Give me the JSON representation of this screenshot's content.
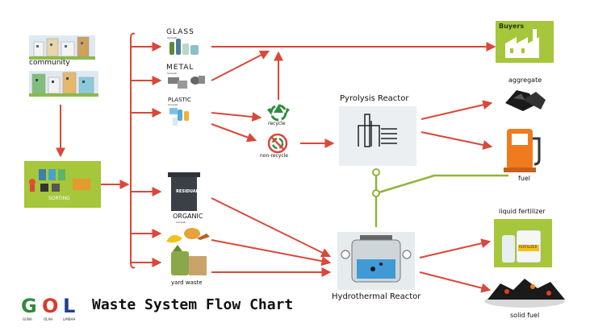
{
  "title": "Waste System Flow Chart",
  "logo": {
    "letters": [
      "G",
      "O",
      "L"
    ],
    "sub": [
      "GUNA",
      "OLAH",
      "LIMBAH"
    ],
    "colors": [
      "#2e8b3a",
      "#d93a2a",
      "#1f3f8f"
    ]
  },
  "community": {
    "label": "community"
  },
  "sorting": {
    "label": "SORTING"
  },
  "waste_types": {
    "glass": {
      "label": "GLASS",
      "sub": "Sampah"
    },
    "metal": {
      "label": "METAL",
      "sub": "Sampah"
    },
    "plastic": {
      "label": "PLASTIC",
      "sub": "Sampah"
    },
    "residual": {
      "label": "RESIDUAL"
    },
    "organic": {
      "label": "ORGANIC",
      "sub": "Sampah"
    },
    "yard": {
      "label": "yard waste"
    }
  },
  "recycle": {
    "label": "recycle"
  },
  "non_recycle": {
    "label": "non-recycle"
  },
  "pyrolysis": {
    "label": "Pyrolysis Reactor"
  },
  "hydrothermal": {
    "label": "Hydrothermal Reactor"
  },
  "outputs": {
    "buyers": "Buyers",
    "aggregate": "aggregate",
    "fuel": "fuel",
    "liquid_fertilizer": "liquid fertilizer",
    "fertilizer_badge": "FERTILIZER",
    "solid_fuel": "solid fuel"
  },
  "colors": {
    "arrow": "#d9483b",
    "link": "#8fb43a",
    "green_box": "#a6c63b"
  }
}
